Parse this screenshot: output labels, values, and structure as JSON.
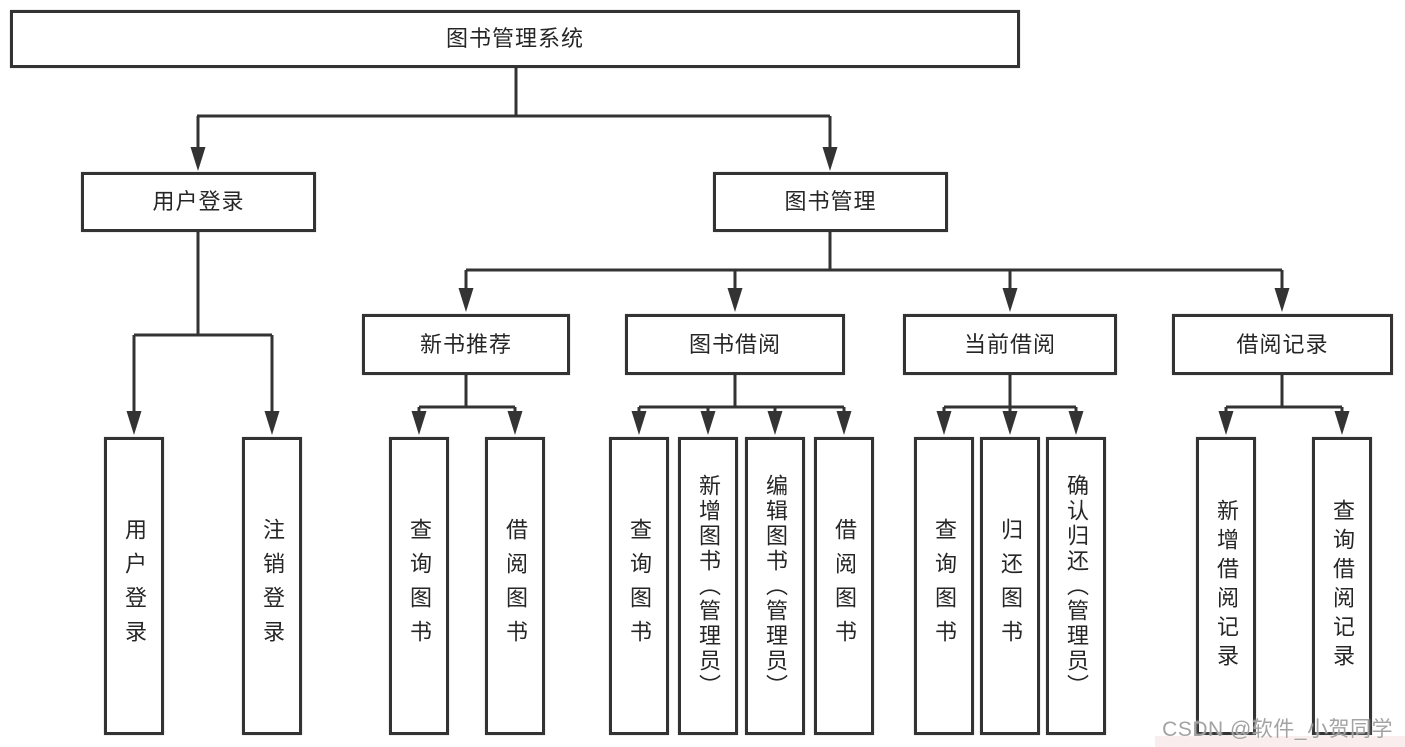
{
  "diagram": {
    "root": {
      "label": "图书管理系统"
    },
    "branches": [
      {
        "label": "用户登录",
        "leaves": [
          {
            "label": "用户登录"
          },
          {
            "label": "注销登录"
          }
        ]
      },
      {
        "label": "图书管理",
        "sections": [
          {
            "label": "新书推荐",
            "leaves": [
              {
                "label": "查询图书"
              },
              {
                "label": "借阅图书"
              }
            ]
          },
          {
            "label": "图书借阅",
            "leaves": [
              {
                "label": "查询图书"
              },
              {
                "label": "新增图书（管理员）"
              },
              {
                "label": "编辑图书（管理员）"
              },
              {
                "label": "借阅图书"
              }
            ]
          },
          {
            "label": "当前借阅",
            "leaves": [
              {
                "label": "查询图书"
              },
              {
                "label": "归还图书"
              },
              {
                "label": "确认归还（管理员）"
              }
            ]
          },
          {
            "label": "借阅记录",
            "leaves": [
              {
                "label": "新增借阅记录"
              },
              {
                "label": "查询借阅记录"
              }
            ]
          }
        ]
      }
    ]
  },
  "watermark": {
    "text": "CSDN @软件_小贺同学"
  },
  "colors": {
    "line": "#333333",
    "text": "#262626",
    "watermark": "#a3a3a3",
    "background": "#ffffff"
  }
}
